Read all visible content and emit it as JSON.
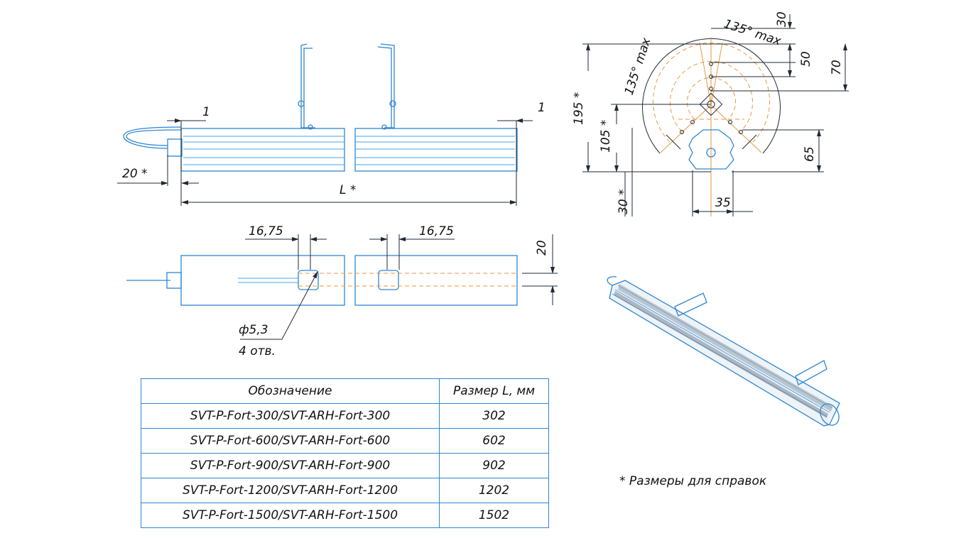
{
  "front_view": {
    "dim_left_gap": "1",
    "dim_right_gap": "1",
    "dim_cable": "20 *",
    "dim_length": "L *"
  },
  "top_view": {
    "dim_left_hole": "16,75",
    "dim_right_hole": "16,75",
    "dim_height": "20",
    "hole_diameter": "ф5,3",
    "hole_count": "4 отв."
  },
  "end_view": {
    "dim_angle_top": "135° max",
    "dim_angle_left": "135° max",
    "dim_30_top": "30",
    "dim_50": "50",
    "dim_70": "70",
    "dim_195": "195 *",
    "dim_105": "105 *",
    "dim_65": "65",
    "dim_30_bottom": "30 *",
    "dim_35": "35"
  },
  "table": {
    "headers": [
      "Обозначение",
      "Размер L, мм"
    ],
    "rows": [
      [
        "SVT-P-Fort-300/SVT-ARH-Fort-300",
        "302"
      ],
      [
        "SVT-P-Fort-600/SVT-ARH-Fort-600",
        "602"
      ],
      [
        "SVT-P-Fort-900/SVT-ARH-Fort-900",
        "902"
      ],
      [
        "SVT-P-Fort-1200/SVT-ARH-Fort-1200",
        "1202"
      ],
      [
        "SVT-P-Fort-1500/SVT-ARH-Fort-1500",
        "1502"
      ]
    ]
  },
  "note": "* Размеры для справок",
  "colors": {
    "outline": "#2e86d0",
    "centerline": "#e39a3f",
    "dimension": "#1f2a36"
  }
}
